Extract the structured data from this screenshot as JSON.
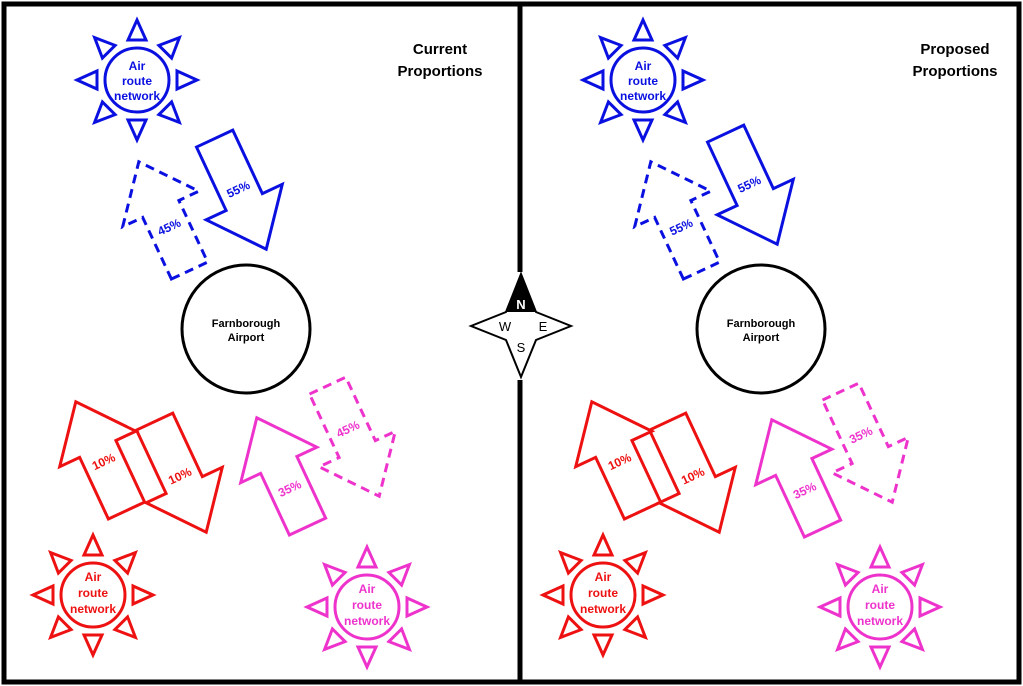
{
  "colors": {
    "blue": "#0a10e0",
    "red": "#ee1111",
    "magenta": "#ee33cc",
    "frame": "#000000"
  },
  "panels": [
    {
      "title": [
        "Current",
        "Proportions"
      ],
      "airport": [
        "Farnborough",
        "Airport"
      ],
      "networks": [
        {
          "lines": [
            "Air",
            "route",
            "network"
          ],
          "color": "blue"
        },
        {
          "lines": [
            "Air",
            "route",
            "network"
          ],
          "color": "red"
        },
        {
          "lines": [
            "Air",
            "route",
            "network"
          ],
          "color": "magenta"
        }
      ],
      "flows": {
        "blue_in": "55%",
        "blue_out": "45%",
        "red_up": "10%",
        "red_down": "10%",
        "magenta_up": "35%",
        "magenta_down": "45%"
      }
    },
    {
      "title": [
        "Proposed",
        "Proportions"
      ],
      "airport": [
        "Farnborough",
        "Airport"
      ],
      "networks": [
        {
          "lines": [
            "Air",
            "route",
            "network"
          ],
          "color": "blue"
        },
        {
          "lines": [
            "Air",
            "route",
            "network"
          ],
          "color": "red"
        },
        {
          "lines": [
            "Air",
            "route",
            "network"
          ],
          "color": "magenta"
        }
      ],
      "flows": {
        "blue_in": "55%",
        "blue_out": "55%",
        "red_up": "10%",
        "red_down": "10%",
        "magenta_up": "35%",
        "magenta_down": "35%"
      }
    }
  ],
  "compass": {
    "n": "N",
    "e": "E",
    "s": "S",
    "w": "W"
  }
}
